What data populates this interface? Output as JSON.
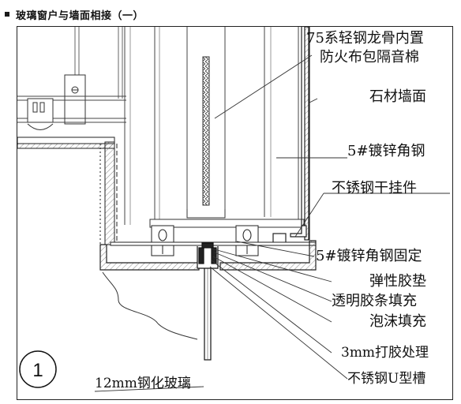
{
  "header": {
    "title": "玻璃窗户与墙面相接（一）"
  },
  "detail_number": "1",
  "labels": {
    "keel_insulation_line1": "75系轻钢龙骨内置",
    "keel_insulation_line2": "防火布包隔音棉",
    "stone_wall": "石材墙面",
    "angle_steel": "5#镀锌角钢",
    "pendant": "不锈钢干挂件",
    "angle_fix": "5#镀锌角钢固定",
    "gasket": "弹性胶垫",
    "strip_fill": "透明胶条填充",
    "foam_fill": "泡沫填充",
    "sealant": "3mm打胶处理",
    "u_channel": "不锈钢U型槽",
    "glass": "12mm钢化玻璃"
  }
}
